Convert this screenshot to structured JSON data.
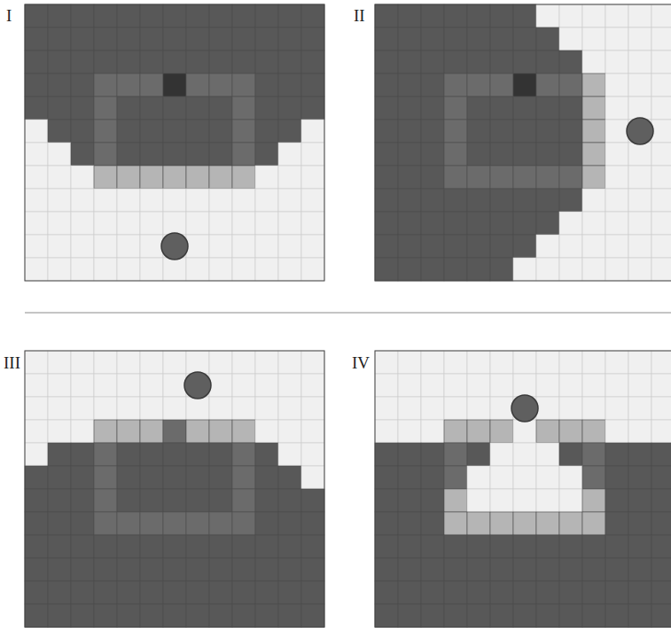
{
  "diagram": {
    "labels": [
      "I",
      "II",
      "III",
      "IV"
    ]
  }
}
